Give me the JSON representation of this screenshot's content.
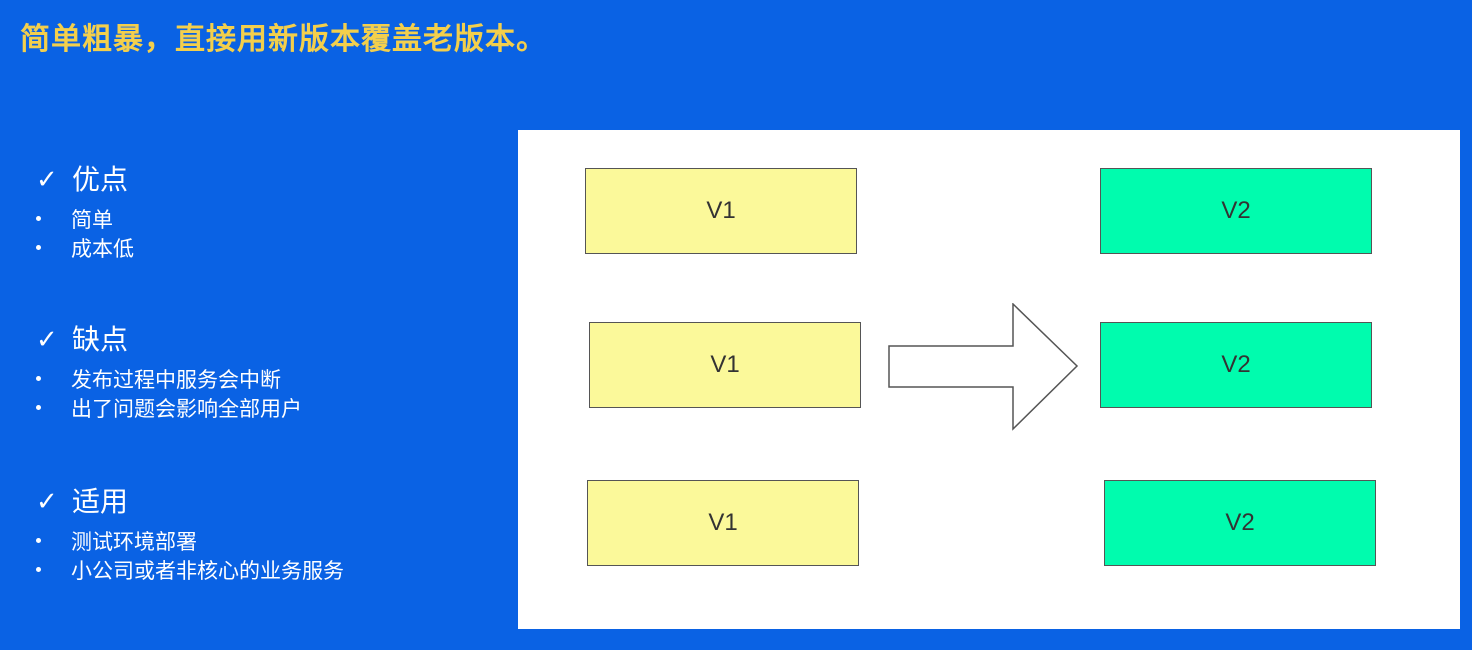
{
  "title": "简单粗暴，直接用新版本覆盖老版本。",
  "check_glyph": "✓",
  "sections": [
    {
      "title": "优点",
      "items": [
        "简单",
        "成本低"
      ]
    },
    {
      "title": "缺点",
      "items": [
        "发布过程中服务会中断",
        "出了问题会影响全部用户"
      ]
    },
    {
      "title": "适用",
      "items": [
        "测试环境部署",
        "小公司或者非核心的业务服务"
      ]
    }
  ],
  "diagram": {
    "old_label": "V1",
    "new_label": "V2",
    "old_boxes": [
      "V1",
      "V1",
      "V1"
    ],
    "new_boxes": [
      "V2",
      "V2",
      "V2"
    ],
    "colors": {
      "background": "#0a62e4",
      "title": "#f3cf4c",
      "v1_fill": "#fbf99a",
      "v2_fill": "#00fcae"
    }
  }
}
